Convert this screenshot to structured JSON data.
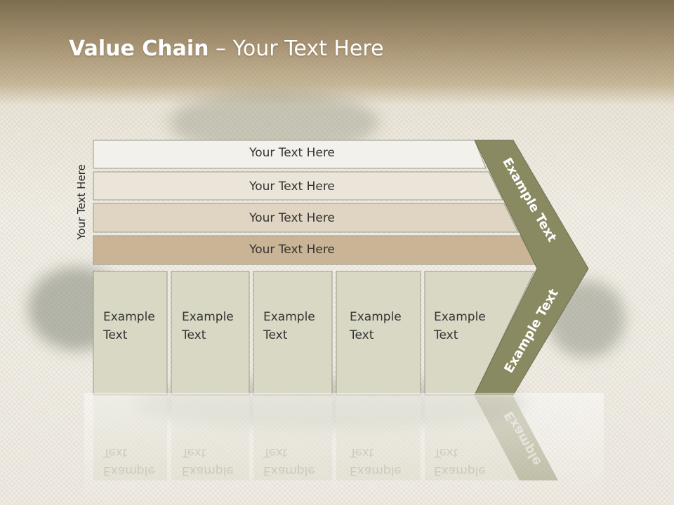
{
  "slide": {
    "title_bold": "Value Chain",
    "title_rest": " – Your Text Here",
    "vertical_label": "Your Text Here"
  },
  "rows": [
    {
      "label": "Your Text Here",
      "color": "#f3f1ec"
    },
    {
      "label": "Your Text Here",
      "color": "#ebe4d8"
    },
    {
      "label": "Your Text Here",
      "color": "#e0d5c3"
    },
    {
      "label": "Your Text Here",
      "color": "#c9b595"
    }
  ],
  "boxes": [
    {
      "line1": "Example",
      "line2": "Text"
    },
    {
      "line1": "Example",
      "line2": "Text"
    },
    {
      "line1": "Example",
      "line2": "Text"
    },
    {
      "line1": "Example",
      "line2": "Text"
    },
    {
      "line1": "Example",
      "line2": "Text"
    }
  ],
  "arrow": {
    "upper_label": "Example Text",
    "lower_label": "Example Text",
    "color": "#8a8a62"
  },
  "colors": {
    "box_fill": "#d9d8c5",
    "border": "#9a9a88"
  }
}
